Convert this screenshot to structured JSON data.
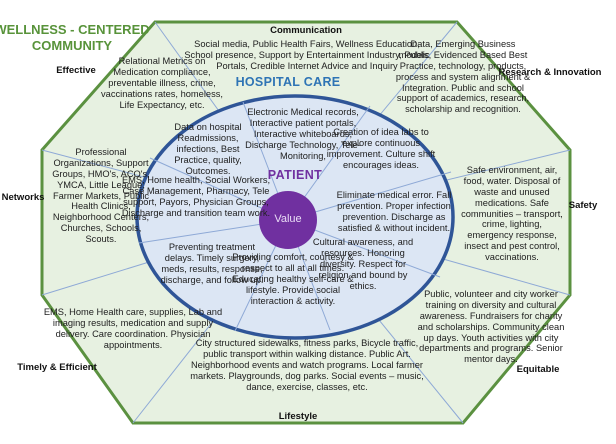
{
  "title": {
    "line1": "WELLNESS - CENTERED",
    "line2": "COMMUNITY"
  },
  "center": {
    "ring_label": "HOSPITAL CARE",
    "patient_label": "PATIENT",
    "value_label": "Value"
  },
  "sectors": {
    "communication": {
      "label": "Communication",
      "text": "Social media, Public Health Fairs, Wellness Education, School presence, Support by Entertainment Industry, Public Portals, Credible Internet Advice and Inquiry"
    },
    "effective": {
      "label": "Effective",
      "text": "Relational Metrics on Medication compliance, preventable illness, crime, vaccinations rates, homeless, Life Expectancy, etc."
    },
    "research_innovation": {
      "label": "Research & Innovation",
      "text": "Data, Emerging Business models, Evidenced Based Best Practice, technology, products, process and system alignment & Integration. Public and school support of academics, research, scholarship and recognition."
    },
    "networks": {
      "label": "Networks",
      "text": "Professional Organizations, Support Groups, HMO's, ACO's, YMCA, Little League, Farmer Markets, Public Health Clinics, Neighborhood Centers, Churches, Schools, Scouts."
    },
    "safety": {
      "label": "Safety",
      "text": "Safe environment, air, food, water. Disposal of waste and unused medications. Safe communities – transport, crime, lighting, emergency response, insect and pest control, vaccinations."
    },
    "timely_efficient": {
      "label": "Timely & Efficient",
      "text": "EMS, Home Health care, supplies, Lab and imaging results, medication and supply delivery. Care coordination. Physician appointments."
    },
    "equitable": {
      "label": "Equitable",
      "text": "Public, volunteer and city worker training on diversity and cultural awareness. Fundraisers for charity and scholarships. Community clean up days. Youth activities with city departments and programs. Senior mentor days."
    },
    "lifestyle": {
      "label": "Lifestyle",
      "text": "City structured sidewalks, fitness parks, Bicycle traffic, public transport within walking distance. Public Art. Neighborhood events and watch programs. Local farmer markets. Playgrounds, dog parks. Social events – music, dance, exercise, classes, etc."
    }
  },
  "hospital_ring": {
    "top": "Electronic Medical records, Interactive patient portals, Interactive whiteboards, Discharge Technology, Tele-Monitoring,",
    "upper_left": "Data on hospital Readmissions, infections, Best Practice, quality, Outcomes.",
    "left": "EMS, Home health, Social Workers, Case Management, Pharmacy, Tele support, Payors, Physician Groups, Discharge and transition team work.",
    "lower_left": "Preventing treatment delays. Timely surgery, meds, results, response, discharge, and follow up.",
    "bottom": "Providing comfort, courtesy & respect to all at all times. Educating healthy self-care & lifestyle. Provide social interaction & activity.",
    "lower_right": "Cultural awareness, and resources. Honoring diversity. Respect for religion and bound by ethics.",
    "right": "Eliminate medical error. Fall prevention. Proper infection prevention. Discharge as satisfied & without incident.",
    "upper_right": "Creation of idea labs to explore continuous improvement. Culture shift encourages ideas."
  },
  "colors": {
    "octagon_border": "#5B9140",
    "octagon_fill": "#E7F1E1",
    "title_color": "#58933A",
    "ellipse_border": "#2F5597",
    "ellipse_fill": "#DCE6F4",
    "divider_line": "#8EA9D6",
    "circle_fill": "#7030A0",
    "value_text": "#E9DCF6",
    "patient": "#7030A0",
    "hospital_care": "#2E74B5",
    "body_text": "#212121"
  }
}
